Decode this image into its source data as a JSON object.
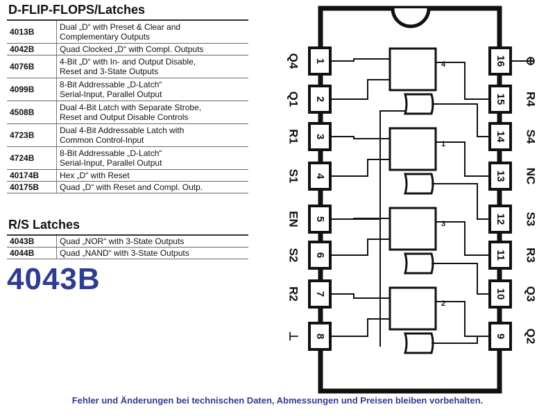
{
  "dflipflops": {
    "heading": "D-FLIP-FLOPS/Latches",
    "rows": [
      {
        "code": "4013B",
        "desc": [
          "Dual „D“ with Preset & Clear and",
          "Complementary Outputs"
        ]
      },
      {
        "code": "4042B",
        "desc": [
          "Quad Clocked „D“ with Compl. Outputs"
        ]
      },
      {
        "code": "4076B",
        "desc": [
          "4-Bit „D“ with In- and Output Disable,",
          "Reset and 3-State Outputs"
        ]
      },
      {
        "code": "4099B",
        "desc": [
          "8-Bit Addressable „D-Latch“",
          "Serial-Input, Parallel Output"
        ]
      },
      {
        "code": "4508B",
        "desc": [
          "Dual 4-Bit Latch with Separate Strobe,",
          "Reset and Output Disable Controls"
        ]
      },
      {
        "code": "4723B",
        "desc": [
          "Dual 4-Bit Addressable Latch with",
          "Common Control-Input"
        ]
      },
      {
        "code": "4724B",
        "desc": [
          "8-Bit Addressable „D-Latch“",
          "Serial-Input, Parallel Output"
        ]
      },
      {
        "code": "40174B",
        "desc": [
          "Hex „D“ with Reset"
        ]
      },
      {
        "code": "40175B",
        "desc": [
          "Quad „D“ with Reset and Compl. Outp."
        ]
      }
    ]
  },
  "rslatches": {
    "heading": "R/S Latches",
    "rows": [
      {
        "code": "4043B",
        "desc": [
          "Quad „NOR“ with 3-State Outputs"
        ]
      },
      {
        "code": "4044B",
        "desc": [
          "Quad „NAND“ with 3-State Outputs"
        ]
      }
    ]
  },
  "part_number": "4043B",
  "footer": "Fehler und Änderungen bei technischen Daten, Abmessungen und Preisen bleiben vorbehalten.",
  "colors": {
    "accent": "#2f3c8f",
    "ink": "#111111"
  },
  "pinout": {
    "left_pins": [
      {
        "num": "1",
        "label": "Q4"
      },
      {
        "num": "2",
        "label": "Q1"
      },
      {
        "num": "3",
        "label": "R1"
      },
      {
        "num": "4",
        "label": "S1"
      },
      {
        "num": "5",
        "label": "EN"
      },
      {
        "num": "6",
        "label": "S2"
      },
      {
        "num": "7",
        "label": "R2"
      },
      {
        "num": "8",
        "label": "⊥"
      }
    ],
    "right_pins": [
      {
        "num": "16",
        "label": "⊕"
      },
      {
        "num": "15",
        "label": "R4"
      },
      {
        "num": "14",
        "label": "S4"
      },
      {
        "num": "13",
        "label": "NC"
      },
      {
        "num": "12",
        "label": "S3"
      },
      {
        "num": "11",
        "label": "R3"
      },
      {
        "num": "10",
        "label": "Q3"
      },
      {
        "num": "9",
        "label": "Q2"
      }
    ],
    "latch_numbers": [
      "4",
      "1",
      "3",
      "2"
    ]
  }
}
